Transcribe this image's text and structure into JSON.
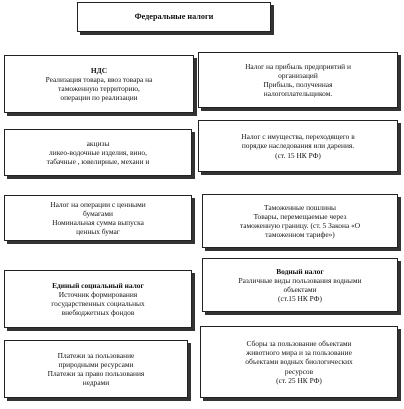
{
  "title": "Федеральные налоги",
  "left": [
    {
      "id": "nds",
      "lines": [
        "НДС",
        "Реализация товара, ввоз товара на",
        "таможенную территорию,",
        "операции по реализации"
      ]
    },
    {
      "id": "excise",
      "lines": [
        "акцизы",
        "ликео-водочные изделия, вино,",
        "табачные , ювелирные, механи и"
      ]
    },
    {
      "id": "securities",
      "lines": [
        "Налог на операции с ценными",
        "бумагами",
        "Номинальная сумма выпуска",
        "ценных бумаг"
      ]
    },
    {
      "id": "esn",
      "lines": [
        "Единый социальный налог",
        "Источник формирования",
        "государственных социальных",
        "внебюджетных фондов"
      ]
    },
    {
      "id": "natural",
      "lines": [
        "Платежи за пользование",
        "природными ресурсами",
        "Платежи за право пользования",
        "недрами"
      ]
    }
  ],
  "right": [
    {
      "id": "profit",
      "lines": [
        "Налог на прибыль предприятий и",
        "организаций",
        "Прибыль, полученная",
        "налогоплательщиком."
      ]
    },
    {
      "id": "property",
      "lines": [
        "Налог с имущества, переходящего в",
        "порядке наследования или дарения.",
        "(ст. 15 НК РФ)"
      ]
    },
    {
      "id": "customs",
      "lines": [
        "Таможенные пошлины",
        "Товары, перемещаемые через",
        "таможенную границу. (ст. 5 Закона «О",
        "таможенном тарифе»)"
      ]
    },
    {
      "id": "water",
      "lines": [
        "Водный налог",
        "Различные виды пользования водными",
        "объектами",
        "(ст.15 НК РФ)"
      ]
    },
    {
      "id": "fees",
      "lines": [
        "Сборы за пользование объектами",
        "животного мира и за пользование",
        "объектами водных биологических",
        "ресурсов",
        "(ст. 25 НК РФ)"
      ]
    }
  ]
}
